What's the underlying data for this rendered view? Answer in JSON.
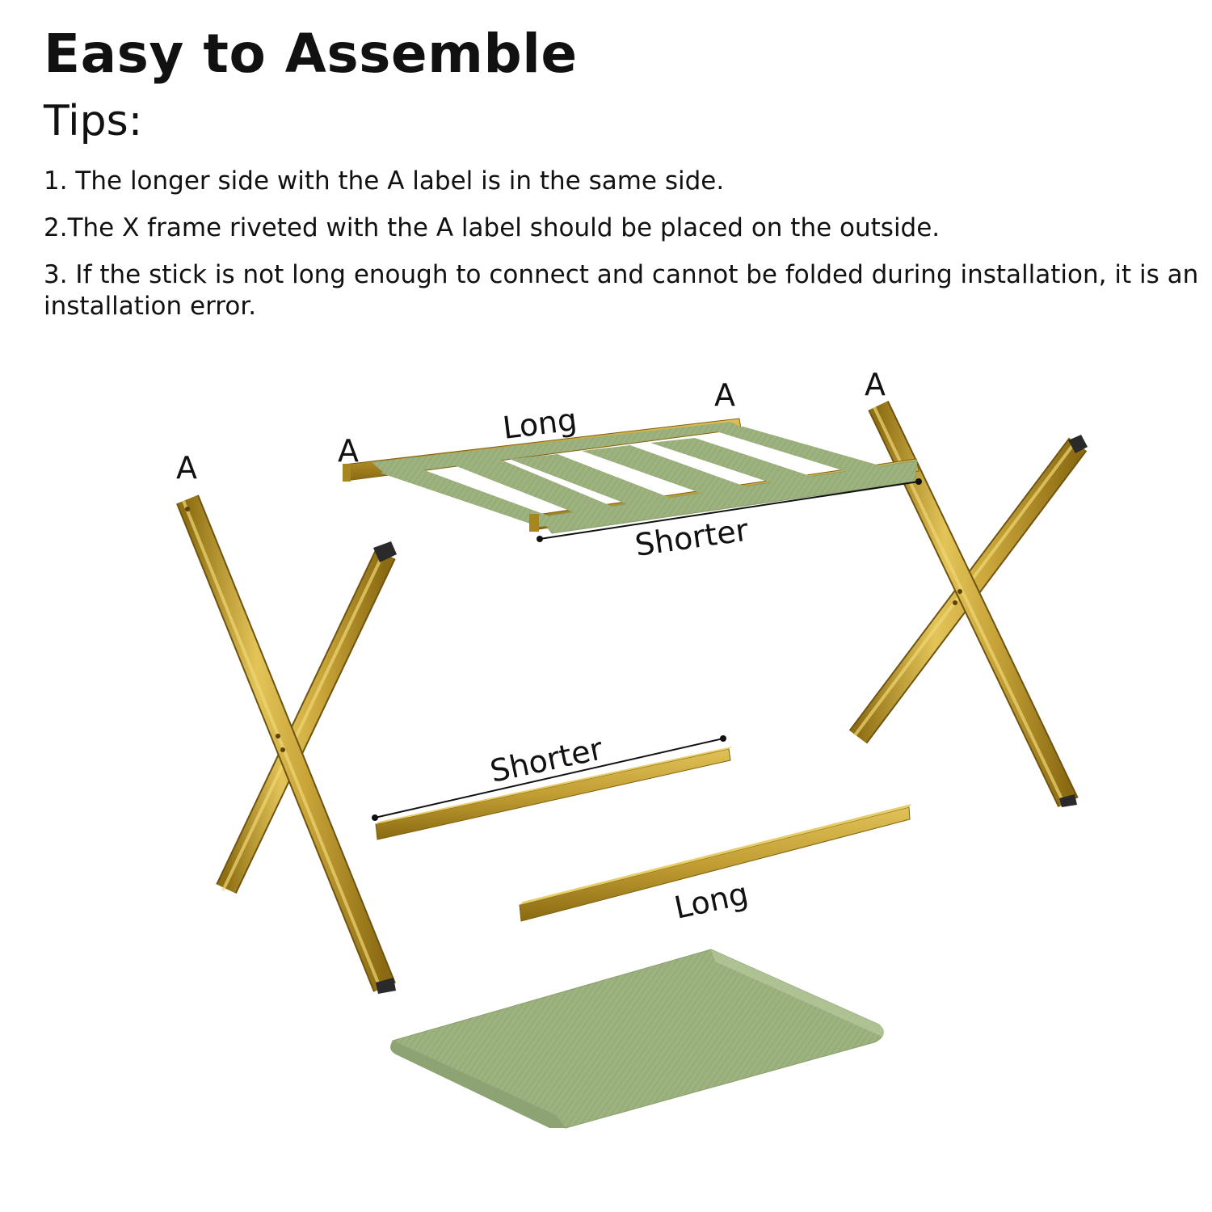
{
  "header": {
    "title": "Easy to Assemble",
    "subtitle": "Tips:"
  },
  "tips": [
    "1. The longer side with the A label is in the same side.",
    "2.The X frame riveted with the A label should be placed on the outside.",
    "3. If the stick is not long enough to connect and cannot be folded during installation, it is an installation error."
  ],
  "diagram": {
    "label_a": "A",
    "label_long": "Long",
    "label_shorter": "Shorter"
  },
  "colors": {
    "gold": "#b8962a",
    "fabric_green": "#9bb07e",
    "text": "#111111"
  }
}
